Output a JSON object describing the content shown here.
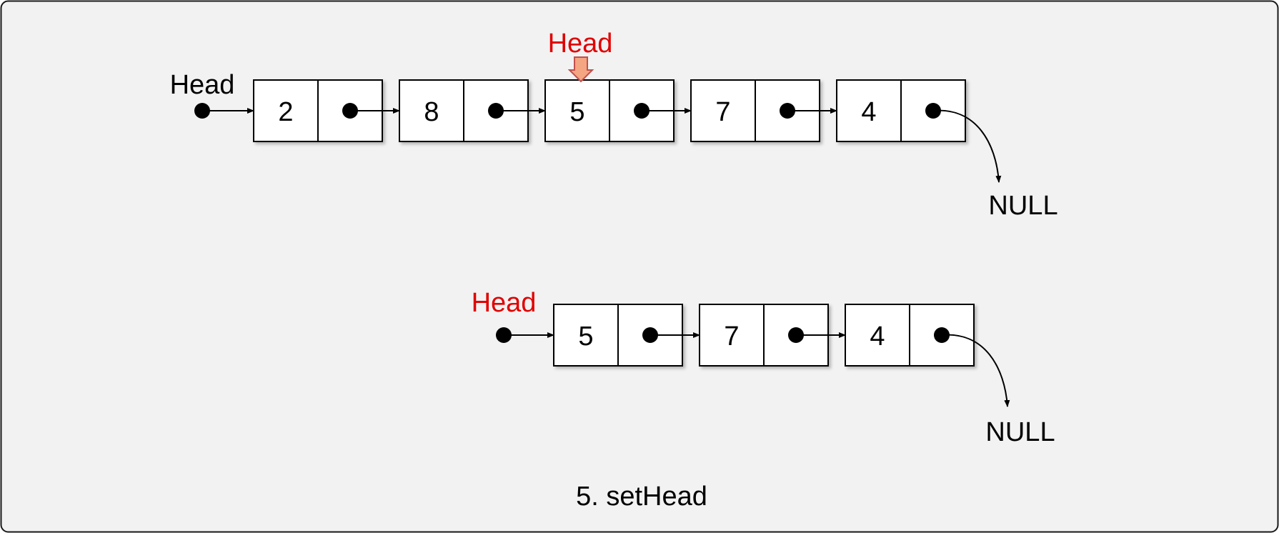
{
  "colors": {
    "background": "#f2f2f2",
    "frame": "#1a1a1a",
    "node_fill": "#ffffff",
    "ink": "#000000",
    "highlight_text": "#e00000",
    "marker_fill": "#f4a582",
    "marker_stroke": "#c0504d"
  },
  "diagram": {
    "caption": "5. setHead",
    "top_list": {
      "head_label": "Head",
      "new_head_label": "Head",
      "nodes": [
        "2",
        "8",
        "5",
        "7",
        "4"
      ],
      "null_label": "NULL",
      "new_head_index": 2
    },
    "bottom_list": {
      "head_label": "Head",
      "nodes": [
        "5",
        "7",
        "4"
      ],
      "null_label": "NULL"
    }
  }
}
